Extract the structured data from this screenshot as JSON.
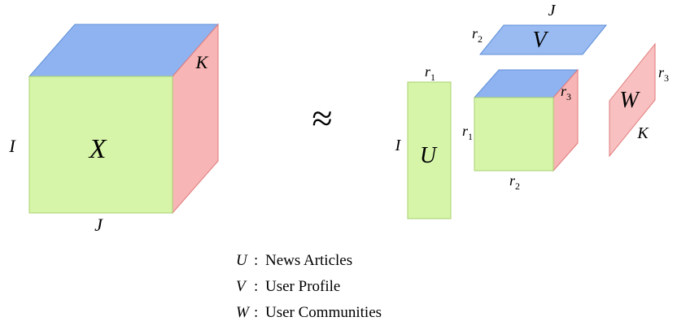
{
  "colors": {
    "front_fill": "#d6f5a8",
    "front_stroke": "#a8d070",
    "top_fill": "#8fb3f0",
    "top_stroke": "#5f8fd8",
    "side_fill": "#f7b5b5",
    "side_stroke": "#e07a7a",
    "w_fill": "#f8c0c0",
    "v_fill": "#99bbf2"
  },
  "tensor": {
    "name": "X",
    "dim_i": "I",
    "dim_j": "J",
    "dim_k": "K"
  },
  "approx_symbol": "≈",
  "factor_u": {
    "name": "U",
    "rows": "I",
    "cols_base": "r",
    "cols_sub": "1"
  },
  "factor_v": {
    "name": "V",
    "cols": "J",
    "rows_base": "r",
    "rows_sub": "2"
  },
  "factor_w": {
    "name": "W",
    "cols": "K",
    "rows_base": "r",
    "rows_sub": "3"
  },
  "core": {
    "left_base": "r",
    "left_sub": "1",
    "bottom_base": "r",
    "bottom_sub": "2",
    "right_base": "r",
    "right_sub": "3"
  },
  "legend": [
    {
      "symbol": "U",
      "separator": ":",
      "text": "News Articles"
    },
    {
      "symbol": "V",
      "separator": ":",
      "text": "User Profile"
    },
    {
      "symbol": "W",
      "separator": ":",
      "text": "User Communities"
    }
  ]
}
